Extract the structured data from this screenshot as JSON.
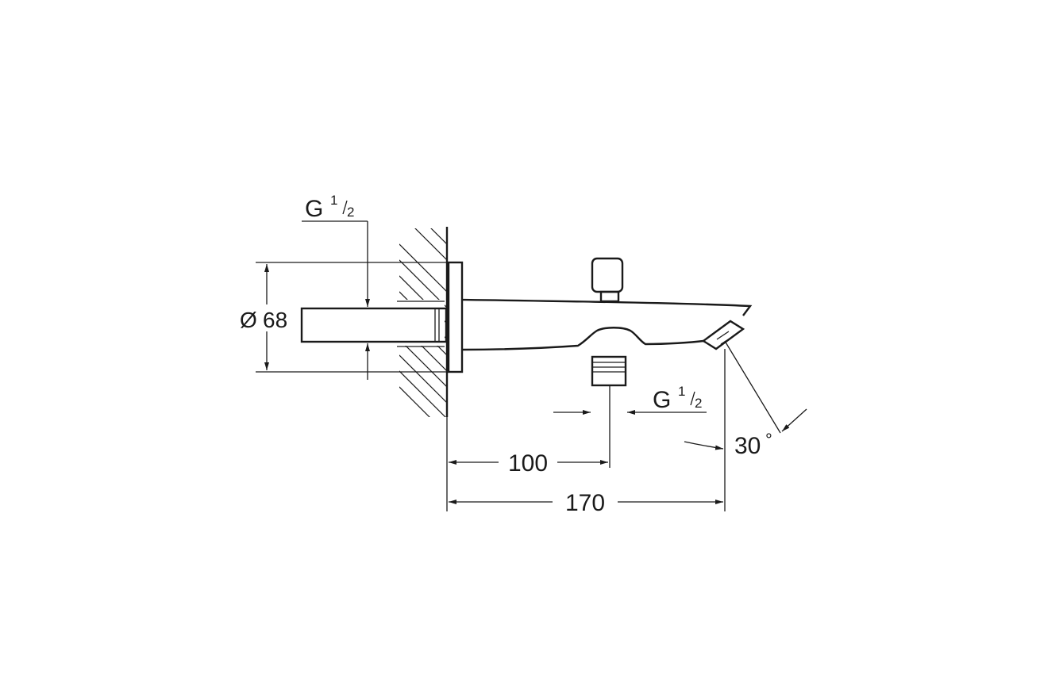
{
  "labels": {
    "thread_left_main": "G",
    "thread_left_num": "1",
    "thread_left_den": "2",
    "diameter_symbol": "Ø",
    "diameter_value": "68",
    "thread_right_main": "G",
    "thread_right_num": "1",
    "thread_right_den": "2",
    "angle_value": "30",
    "angle_unit": "°",
    "dim_short": "100",
    "dim_long": "170"
  }
}
